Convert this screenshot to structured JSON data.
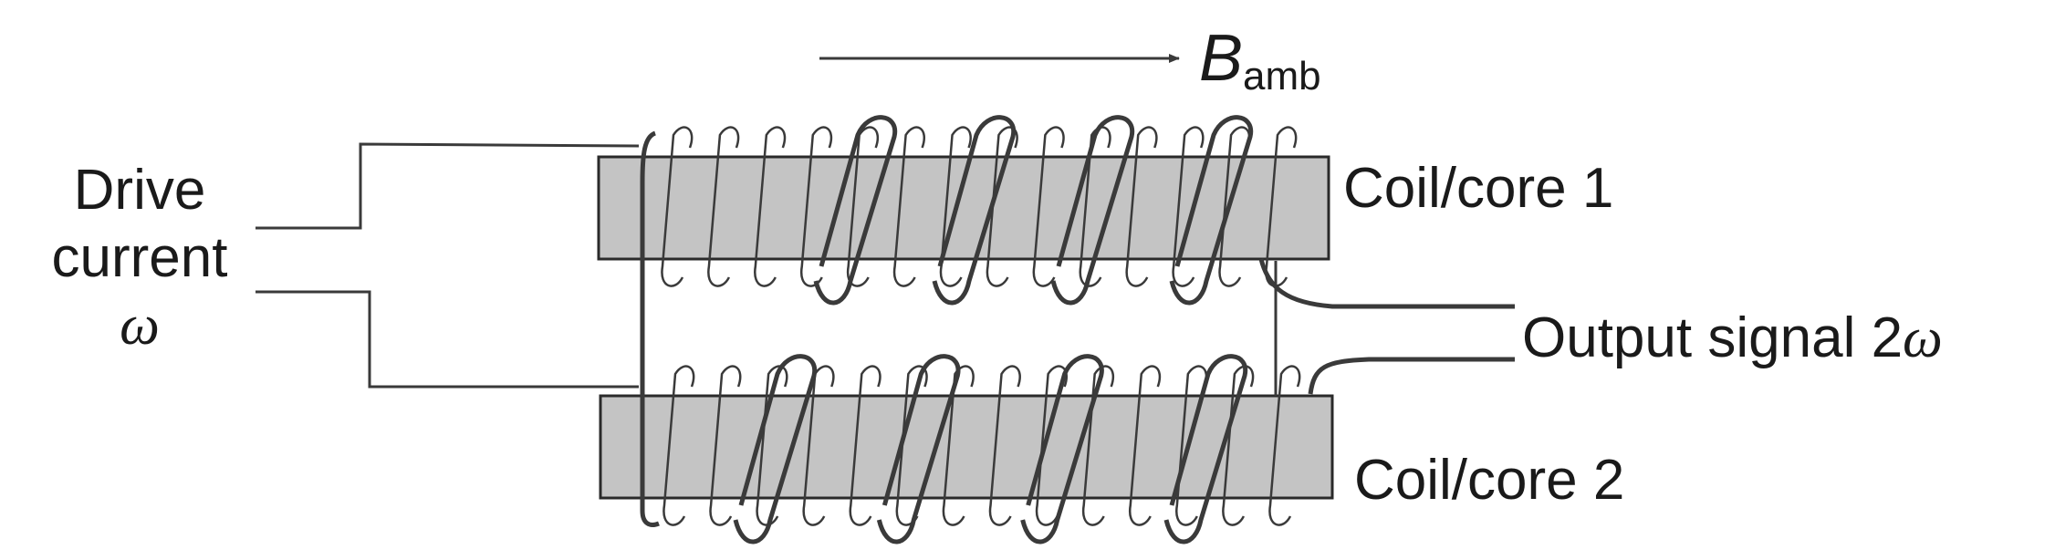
{
  "labels": {
    "drive_line1": "Drive",
    "drive_line2": "current",
    "drive_omega": "ω",
    "field_symbol": "B",
    "field_subscript": "amb",
    "coil1": "Coil/core 1",
    "coil2": "Coil/core 2",
    "output_text": "Output signal 2",
    "output_omega": "ω"
  },
  "colors": {
    "core_fill": "#c4c4c4",
    "core_stroke": "#2a2a2a",
    "wire": "#3a3a3a",
    "text": "#1a1a1a"
  },
  "coils": {
    "thin_turns_per_core": 14,
    "thick_turns_per_core": 4
  }
}
